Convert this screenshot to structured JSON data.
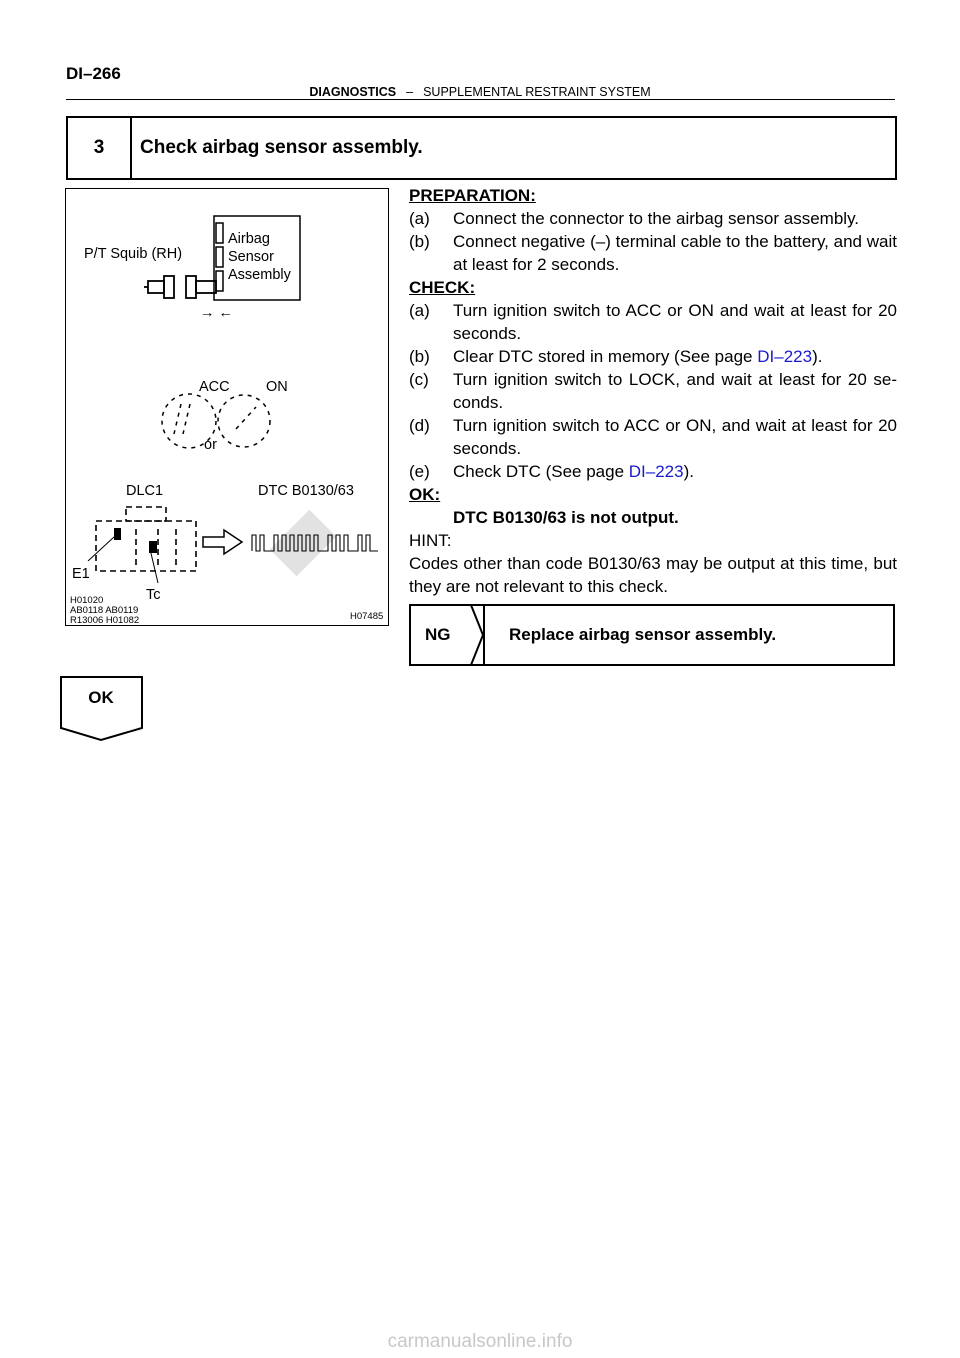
{
  "header": {
    "page_number": "DI–266",
    "section": "DIAGNOSTICS",
    "separator": "–",
    "subsection": "SUPPLEMENTAL RESTRAINT SYSTEM"
  },
  "step": {
    "number": "3",
    "title": "Check airbag sensor assembly."
  },
  "figure": {
    "squib_label": "P/T Squib (RH)",
    "sensor_label_1": "Airbag",
    "sensor_label_2": "Sensor",
    "sensor_label_3": "Assembly",
    "arrows": "→ ←",
    "acc_label": "ACC",
    "on_label": "ON",
    "or_label": "or",
    "dlc_label": "DLC1",
    "dtc_label": "DTC B0130/63",
    "e1_label": "E1",
    "tc_label": "Tc",
    "code_1": "H01020",
    "code_2": "AB0118 AB0119",
    "code_3": "R13006 H01082",
    "code_4": "H07485"
  },
  "preparation": {
    "heading": "PREPARATION:",
    "items": [
      {
        "label": "(a)",
        "text": "Connect the connector to the airbag sensor assembly."
      },
      {
        "label": "(b)",
        "text": "Connect negative (–) terminal cable to the battery, and wait at least for 2 seconds."
      }
    ]
  },
  "check": {
    "heading": "CHECK:",
    "a_label": "(a)",
    "a_text": "Turn ignition switch to ACC or ON and wait at least for 20 seconds.",
    "b_label": "(b)",
    "b_text_1": "Clear DTC stored in memory (See page ",
    "b_link": "DI–223",
    "b_text_2": ").",
    "c_label": "(c)",
    "c_text": "Turn ignition switch to LOCK, and wait at least for 20 se- conds.",
    "d_label": "(d)",
    "d_text": "Turn ignition switch to ACC or ON, and wait at least for 20 seconds.",
    "e_label": "(e)",
    "e_text_1": "Check DTC (See page ",
    "e_link": "DI–223",
    "e_text_2": ")."
  },
  "ok_result": {
    "heading": "OK:",
    "text": "DTC B0130/63 is not output."
  },
  "hint": {
    "heading": "HINT:",
    "text": "Codes other than code B0130/63 may be output at this time, but they are not relevant to this check."
  },
  "ng": {
    "label": "NG",
    "action": "Replace airbag sensor assembly."
  },
  "ok_flow": {
    "label": "OK"
  },
  "footer": {
    "watermark": "carmanualsonline.info"
  }
}
